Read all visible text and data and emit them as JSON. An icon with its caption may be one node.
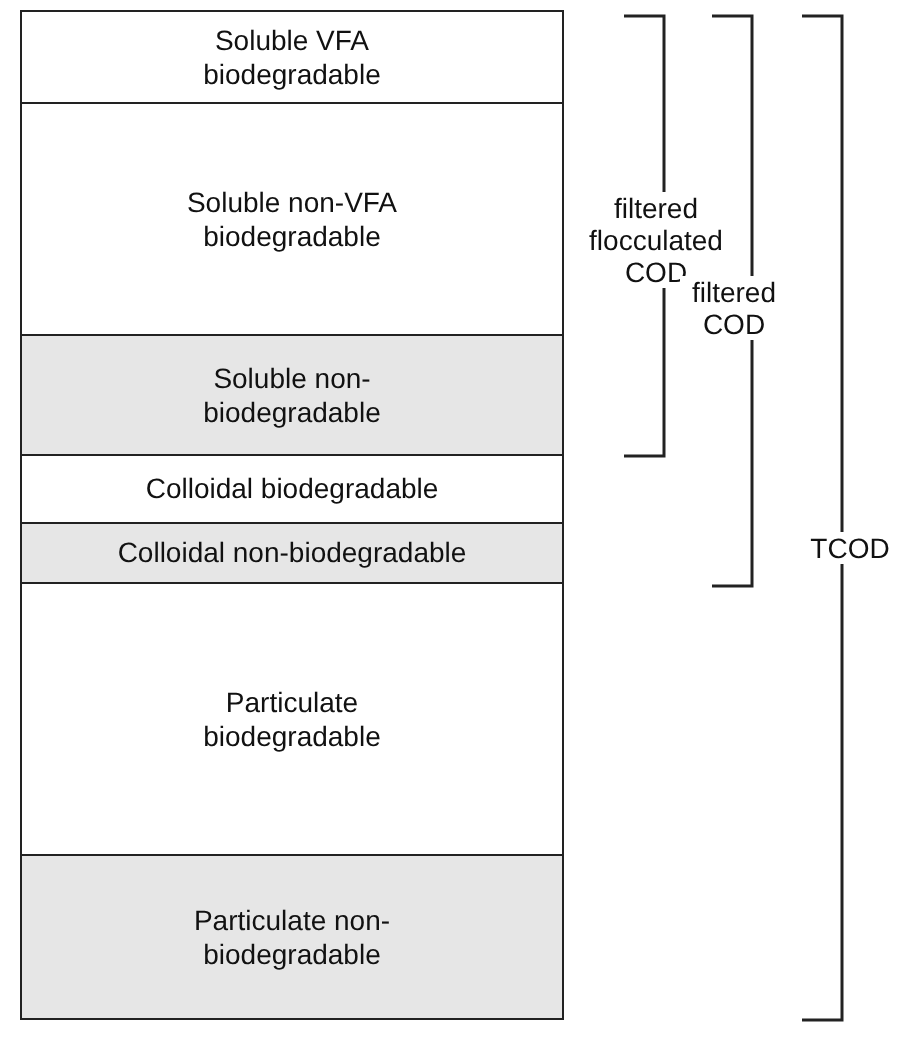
{
  "diagram": {
    "nodes": [
      {
        "text": [
          "Soluble VFA biodegradable"
        ]
      },
      {
        "text": [
          "Soluble non-VFA biodegradable"
        ]
      },
      {
        "text": [
          "Soluble non-biodegradable"
        ]
      },
      {
        "text": [
          "Colloidal biodegradable"
        ]
      },
      {
        "text": [
          "Colloidal non-biodegradable"
        ]
      },
      {
        "text": [
          "Particulate biodegradable"
        ]
      },
      {
        "text": [
          "Particulate non-biodegradable"
        ]
      }
    ],
    "edges": [],
    "labels": [
      "filtered flocculated COD",
      "filtered COD",
      "TCOD"
    ]
  }
}
